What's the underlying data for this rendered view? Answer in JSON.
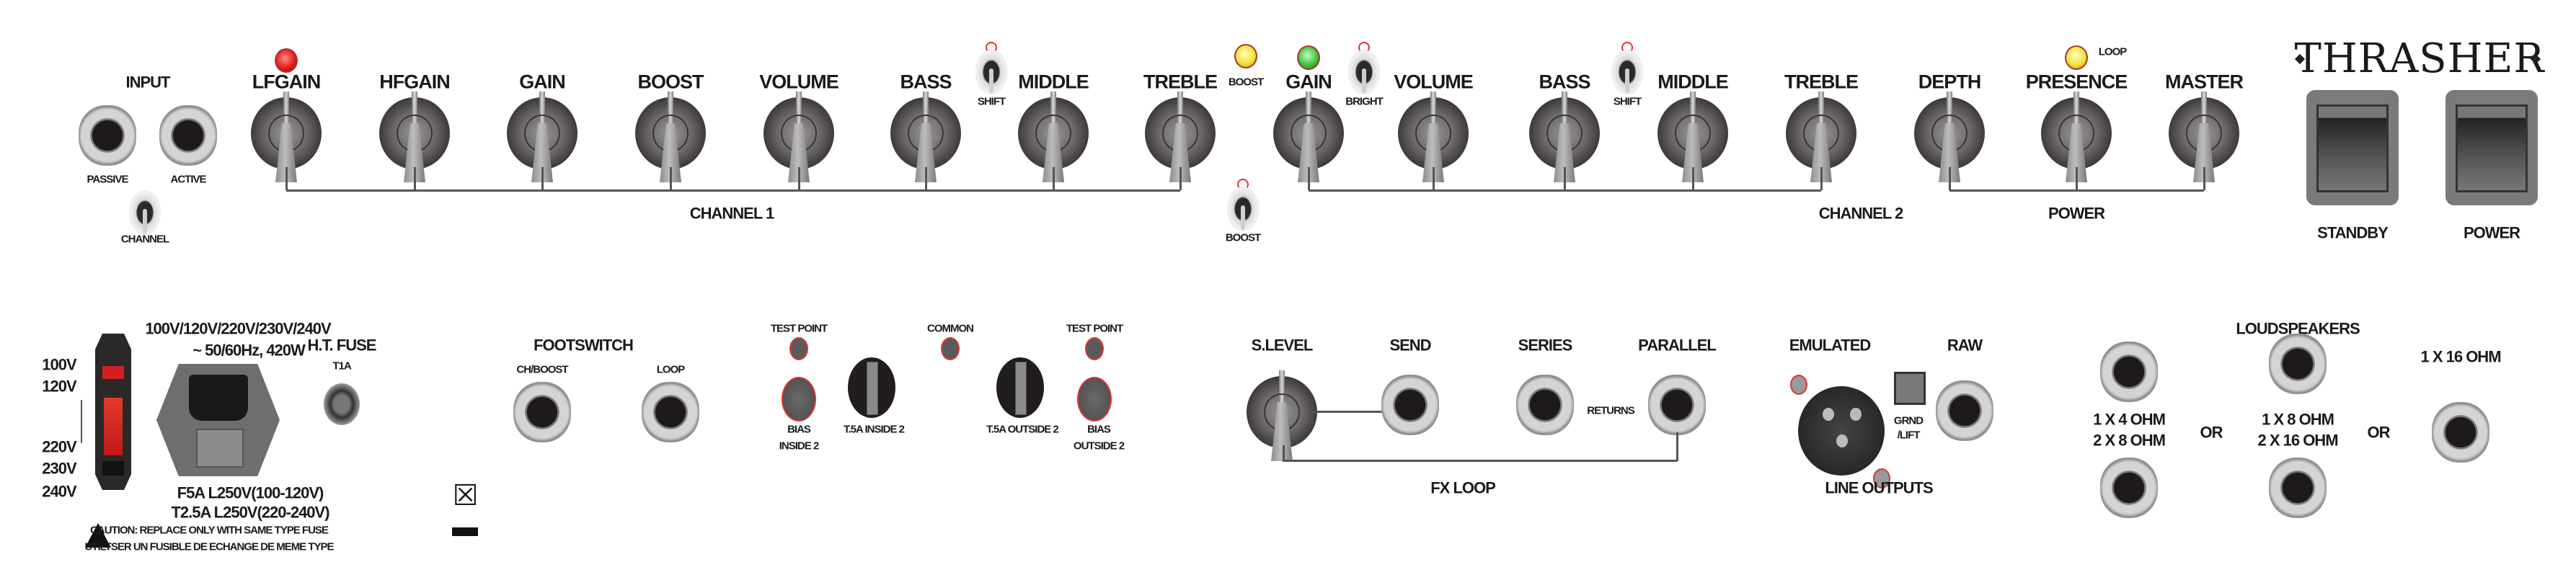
{
  "brand": "THRASHER",
  "top": {
    "input": {
      "title": "INPUT",
      "passive": "PASSIVE",
      "active": "ACTIVE",
      "channel": "CHANNEL"
    },
    "knobs": [
      {
        "label": "LFGAIN"
      },
      {
        "label": "HFGAIN"
      },
      {
        "label": "GAIN"
      },
      {
        "label": "BOOST"
      },
      {
        "label": "VOLUME"
      },
      {
        "label": "BASS"
      },
      {
        "label": "MIDDLE"
      },
      {
        "label": "TREBLE"
      },
      {
        "label": "GAIN"
      },
      {
        "label": "VOLUME"
      },
      {
        "label": "BASS"
      },
      {
        "label": "MIDDLE"
      },
      {
        "label": "TREBLE"
      },
      {
        "label": "DEPTH"
      },
      {
        "label": "PRESENCE"
      },
      {
        "label": "MASTER"
      }
    ],
    "toggles": {
      "shift1": "SHIFT",
      "bright": "BRIGHT",
      "shift2": "SHIFT",
      "boost": "BOOST"
    },
    "leds": {
      "boost_label": "BOOST",
      "loop_label": "LOOP",
      "red": "#e0201c",
      "yellow": "#f2e23a",
      "green": "#3fc43f"
    },
    "sections": {
      "channel1": "CHANNEL 1",
      "channel2": "CHANNEL 2",
      "power": "POWER"
    },
    "switches": {
      "standby": "STANDBY",
      "power": "POWER"
    }
  },
  "rear": {
    "voltage": {
      "options": [
        "100V",
        "120V",
        "220V",
        "230V",
        "240V"
      ]
    },
    "mains": {
      "rating1": "100V/120V/220V/230V/240V",
      "rating2": "~ 50/60Hz, 420W",
      "fuse1": "F5A L250V(100-120V)",
      "fuse2": "T2.5A L250V(220-240V)",
      "caution1": "CAUTION: REPLACE ONLY WITH SAME TYPE FUSE",
      "caution2": "UTILTSER UN FUSIBLE DE ECHANGE DE MEME TYPE"
    },
    "ht_fuse": {
      "title": "H.T. FUSE",
      "value": "T1A"
    },
    "footswitch": {
      "title": "FOOTSWITCH",
      "ch_boost": "CH/BOOST",
      "loop": "LOOP"
    },
    "bias": {
      "test_point": "TEST POINT",
      "common": "COMMON",
      "bias_inside_1": "BIAS",
      "bias_inside_2": "INSIDE 2",
      "fuse_inside": "T.5A INSIDE 2",
      "fuse_outside": "T.5A OUTSIDE 2",
      "bias_outside_1": "BIAS",
      "bias_outside_2": "OUTSIDE 2"
    },
    "fx_loop": {
      "title": "FX LOOP",
      "s_level": "S.LEVEL",
      "send": "SEND",
      "series": "SERIES",
      "parallel": "PARALLEL",
      "returns": "RETURNS"
    },
    "line_outputs": {
      "title": "LINE OUTPUTS",
      "emulated": "EMULATED",
      "raw": "RAW",
      "grnd_lift_1": "GRND",
      "grnd_lift_2": "/LIFT"
    },
    "speakers": {
      "title": "LOUDSPEAKERS",
      "a1": "1 X 4 OHM",
      "a2": "2 X 8 OHM",
      "or": "OR",
      "b1": "1 X 8 OHM",
      "b2": "2 X 16 OHM",
      "c": "1 X 16 OHM"
    }
  }
}
